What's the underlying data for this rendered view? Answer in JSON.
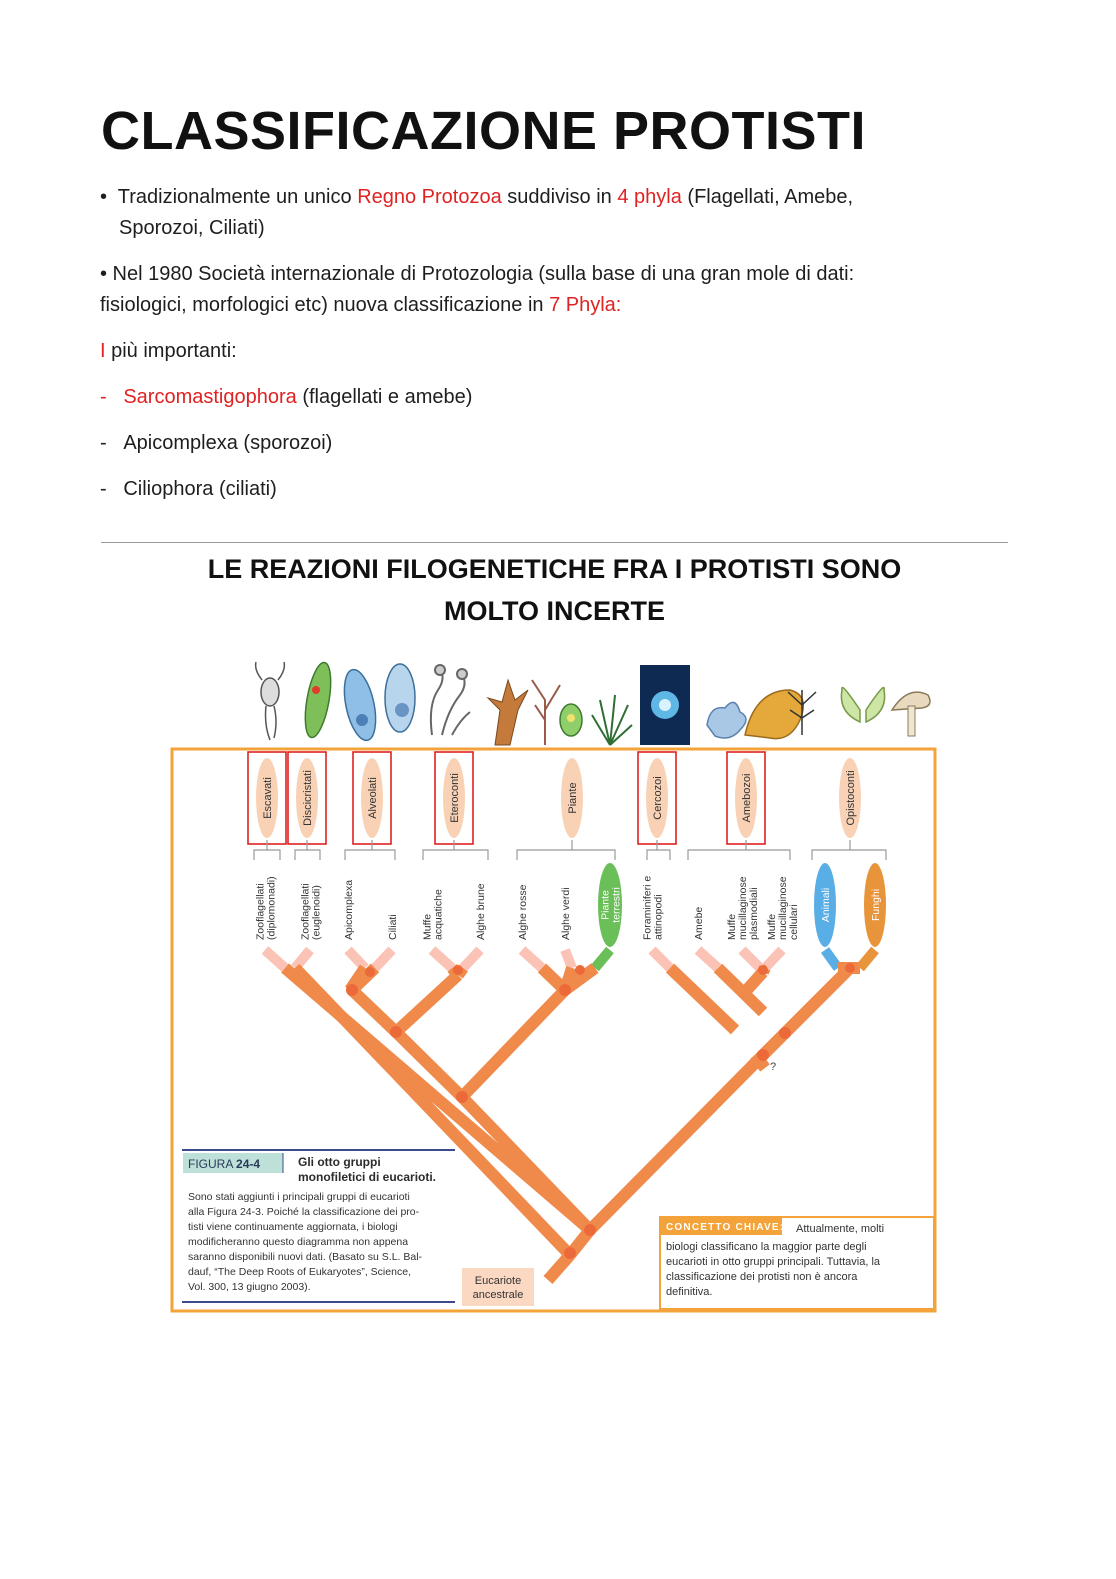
{
  "title": "CLASSIFICAZIONE PROTISTI",
  "para1": {
    "bullet": "•",
    "t1": "Tradizionalmente un unico ",
    "t2": "Regno Protozoa",
    "t3": " suddiviso in ",
    "t4": "4 phyla",
    "t5": " (Flagellati, Amebe,",
    "line2": "Sporozoi, Ciliati)"
  },
  "para2": {
    "line1": "• Nel 1980 Società internazionale di Protozologia (sulla base di una gran mole di dati:",
    "line2a": "fisiologici, morfologici etc) nuova classificazione in ",
    "line2b": "7 Phyla:"
  },
  "para3": {
    "a": "I",
    "b": " più importanti:"
  },
  "list": [
    {
      "dash": "-",
      "name": "Sarcomastigophora",
      "rest": " (flagellati e amebe)",
      "red": true
    },
    {
      "dash": "-",
      "name": "Apicomplexa",
      "rest": " (sporozoi)",
      "red": false
    },
    {
      "dash": "-",
      "name": "Ciliophora",
      "rest": " (ciliati)",
      "red": false
    }
  ],
  "heading2": {
    "line1": "LE REAZIONI FILOGENETICHE FRA I PROTISTI SONO",
    "line2": "MOLTO INCERTE"
  },
  "figure": {
    "groups": [
      "Escavati",
      "Discicristati",
      "Alveolati",
      "Eteroconti",
      "Piante",
      "Cercozoi",
      "Amebozoi",
      "Opistoconti"
    ],
    "taxa": [
      [
        "Zooflagellati",
        "(diplomonadi)"
      ],
      [
        "Zooflagellati",
        "(euglenoidi)"
      ],
      [
        "Apicomplexa"
      ],
      [
        "Ciliati"
      ],
      [
        "Muffe",
        "acquatiche"
      ],
      [
        "Alghe brune"
      ],
      [
        "Alghe rosse"
      ],
      [
        "Alghe verdi"
      ],
      [
        "Piante",
        "terrestri"
      ],
      [
        "Foraminiferi e",
        "attinopodi"
      ],
      [
        "Amebe"
      ],
      [
        "Muffe",
        "mucillaginose",
        "plasmodiali"
      ],
      [
        "Muffe",
        "mucillaginose",
        "cellulari"
      ],
      [
        "Animali"
      ],
      [
        "Funghi"
      ]
    ],
    "question_mark": "?",
    "caption": {
      "label_a": "FIGURA ",
      "label_b": "24-4",
      "title1": "Gli otto gruppi",
      "title2": "monofiletici di eucarioti.",
      "body": [
        "Sono stati aggiunti i principali gruppi di eucarioti",
        "alla Figura 24-3. Poiché la classificazione dei pro-",
        "tisti viene continuamente aggiornata, i biologi",
        "modificheranno questo diagramma non appena",
        "saranno disponibili nuovi dati. (Basato su S.L. Bal-",
        "dauf, “The Deep Roots of Eukaryotes”, Science,",
        "Vol. 300, 13 giugno 2003)."
      ]
    },
    "root_label": [
      "Eucariote",
      "ancestrale"
    ],
    "key_concept": {
      "label": "CONCETTO CHIAVE:",
      "first": "Attualmente, molti",
      "body": [
        "biologi classificano la maggior parte degli",
        "eucarioti in otto gruppi principali. Tuttavia, la",
        "classificazione dei protisti non è ancora",
        "definitiva."
      ]
    }
  },
  "colors": {
    "accent_red": "#e02222",
    "branch_orange": "#f08a4b",
    "frame_orange": "#f3a33a",
    "group_oval": "#f9d2b6",
    "animali_blue": "#5aaee6",
    "funghi_orange": "#e8943a",
    "piante_green": "#6bbf59",
    "caption_teal": "#bde0d8"
  }
}
